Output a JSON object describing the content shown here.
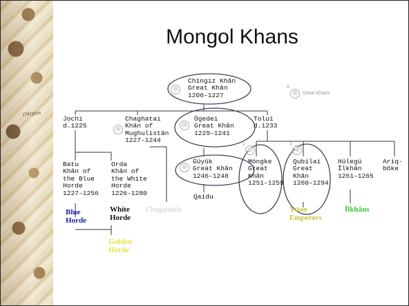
{
  "slide": {
    "title": "Mongol Khans"
  },
  "map_strip": {
    "text": "(Mrpne"
  },
  "emblem_caption": "Great Khans",
  "emblem_marks": {
    "hash": "#",
    "one": "1",
    "two": "2",
    "three": "3"
  },
  "nodes": {
    "chingiz": "Chingiz Khân\nGreat Khân\n1206–1227",
    "jochi": "Jochi\nd.1225",
    "chaghatai": "Chaghatai\nKhân of\nMughulistân\n1227–1244",
    "ogedei": "Ögedei\nGreat Khân\n1229–1241",
    "tolui": "Tolui\nd.1233",
    "batu": "Batu\nKhân of\nthe Blue\nHorde\n1227–1256",
    "orda": "Orda\nKhân of\nthe White\nHorde\n1226–1280",
    "guyuk": "Güyük\nGreat Khân\n1246–1248",
    "mongke": "Möngke\nGreat\nKhân\n1251–1259",
    "qubilai": "Qubilai\nGreat\nKhân\n1260–1294",
    "hulegu": "Hülegü\nÎlkhân\n1261–1265",
    "ariq": "Ariq-\nböke",
    "qaidu": "Qaidu"
  },
  "hordes": {
    "blue": "Blue\nHorde",
    "white": "White\nHorde",
    "golden": "Golden\nHorde",
    "chagataiids": "Chagataiids",
    "yuan": "Yüan\nEmperors",
    "ilkhans": "Îlkhâns"
  },
  "colors": {
    "blue_horde": "#1a1aa8",
    "white_horde": "#111111",
    "golden_horde": "#e8e23a",
    "chagataiids": "#c8c8c8",
    "yuan": "#c8c43a",
    "ilkhans": "#3cc23c",
    "ellipse": "#3a3f55"
  }
}
